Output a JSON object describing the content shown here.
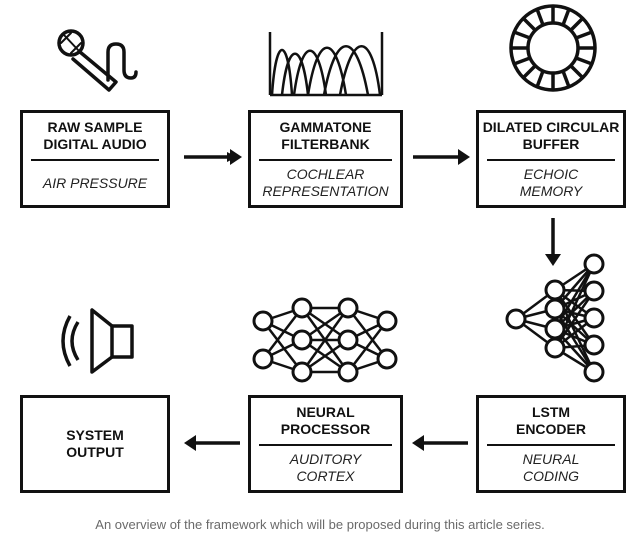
{
  "boxes": [
    {
      "id": "raw-sample",
      "title": [
        "RAW SAMPLE",
        "DIGITAL AUDIO"
      ],
      "subtitle": [
        "AIR PRESSURE"
      ]
    },
    {
      "id": "gammatone",
      "title": [
        "GAMMATONE",
        "FILTERBANK"
      ],
      "subtitle": [
        "COCHLEAR",
        "REPRESENTATION"
      ]
    },
    {
      "id": "dilated-buffer",
      "title": [
        "DILATED CIRCULAR",
        "BUFFER"
      ],
      "subtitle": [
        "ECHOIC",
        "MEMORY"
      ]
    },
    {
      "id": "lstm-encoder",
      "title": [
        "LSTM",
        "ENCODER"
      ],
      "subtitle": [
        "NEURAL",
        "CODING"
      ]
    },
    {
      "id": "neural-processor",
      "title": [
        "NEURAL",
        "PROCESSOR"
      ],
      "subtitle": [
        "AUDITORY",
        "CORTEX"
      ]
    },
    {
      "id": "system-output",
      "title": [
        "SYSTEM",
        "OUTPUT"
      ],
      "subtitle": []
    }
  ],
  "icons": [
    "microphone-icon",
    "filterbank-curves-icon",
    "circular-buffer-icon",
    "encoder-network-icon",
    "neural-network-icon",
    "speaker-icon"
  ],
  "colors": {
    "ink": "#111111",
    "caption": "#6a6a6a"
  },
  "caption": "An overview of the framework which will be proposed during this article series."
}
